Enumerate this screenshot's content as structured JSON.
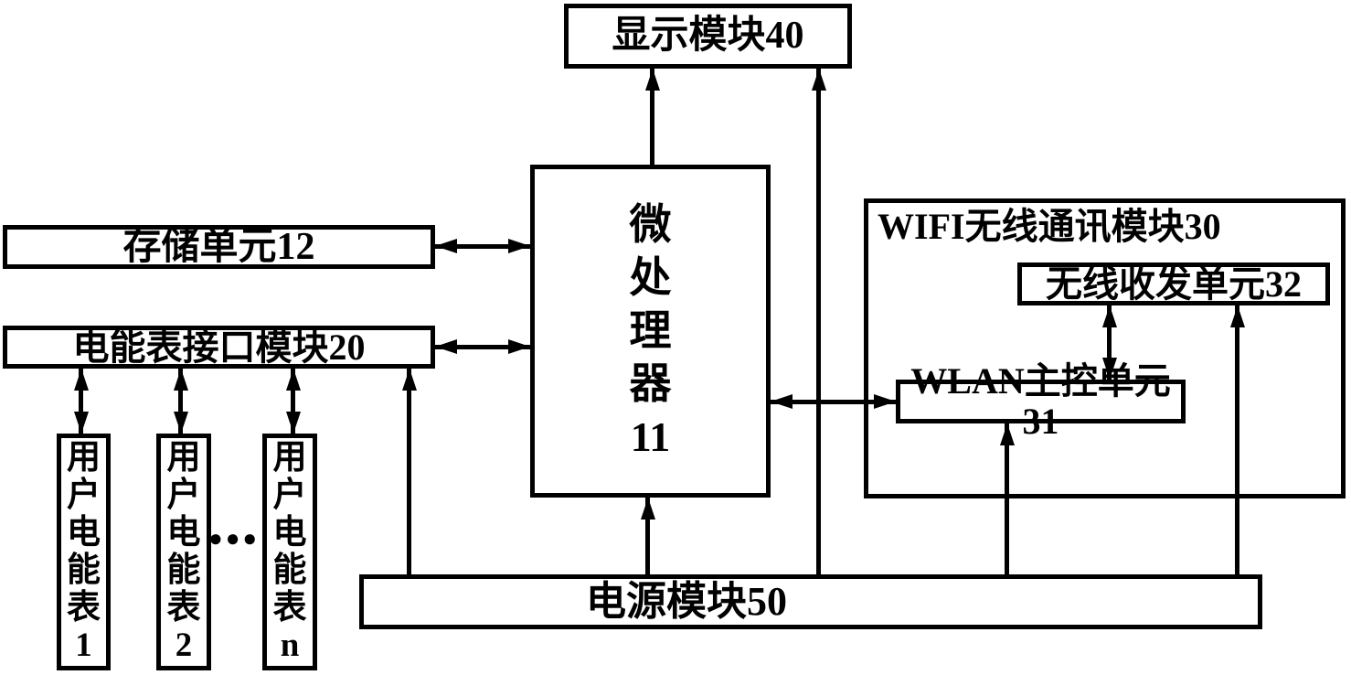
{
  "diagram": {
    "title_semantic": "WIFI electric energy meter reading system block diagram",
    "background_color": "#ffffff",
    "line_color": "#000000",
    "blocks": {
      "display_module": {
        "label": "显示模块40"
      },
      "microprocessor": {
        "label": "微\n处\n理\n器\n11"
      },
      "storage_unit": {
        "label": "存储单元12"
      },
      "meter_interface_module": {
        "label": "电能表接口模块20"
      },
      "wifi_module": {
        "label": "WIFI无线通讯模块30"
      },
      "wireless_transceiver_unit": {
        "label": "无线收发单元32"
      },
      "wlan_main_control_unit": {
        "label": "WLAN主控单元31"
      },
      "power_module": {
        "label": "电源模块50"
      },
      "user_meter_1": {
        "label": "用\n户\n电\n能\n表\n1"
      },
      "user_meter_2": {
        "label": "用\n户\n电\n能\n表\n2"
      },
      "user_meter_n": {
        "label": "用\n户\n电\n能\n表\nn"
      },
      "ellipsis": "●●●"
    },
    "connections": [
      "storage_unit <-> microprocessor",
      "meter_interface_module <-> microprocessor",
      "microprocessor -> display_module",
      "microprocessor <-> wlan_main_control_unit",
      "wlan_main_control_unit <-> wireless_transceiver_unit",
      "meter_interface_module <-> user_meter_1",
      "meter_interface_module <-> user_meter_2",
      "meter_interface_module <-> user_meter_n",
      "power_module -> display_module",
      "power_module -> microprocessor",
      "power_module -> meter_interface_module",
      "power_module -> wlan_main_control_unit",
      "power_module -> wireless_transceiver_unit"
    ]
  }
}
